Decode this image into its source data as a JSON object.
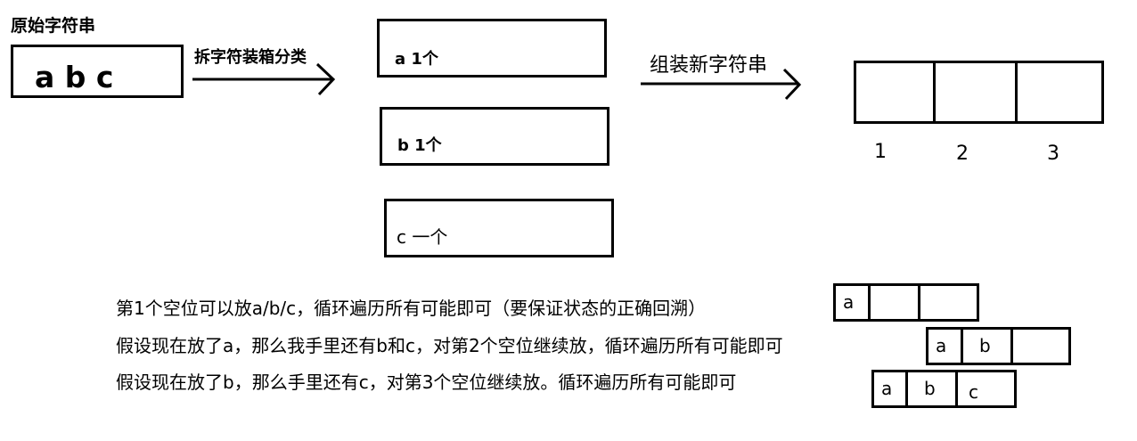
{
  "source_label": "原始字符串",
  "source_value": "a b c",
  "step1_label": "拆字符装箱分类",
  "bins": [
    {
      "label": "a 1个"
    },
    {
      "label": "b 1个"
    },
    {
      "label": "c 一个"
    }
  ],
  "step2_label": "组装新字符串",
  "slots": [
    "1",
    "2",
    "3"
  ],
  "explanations": [
    "第1个空位可以放a/b/c，循环遍历所有可能即可（要保证状态的正确回溯）",
    "假设现在放了a，那么我手里还有b和c，对第2个空位继续放，循环遍历所有可能即可",
    "假设现在放了b，那么手里还有c，对第3个空位继续放。循环遍历所有可能即可"
  ],
  "states": [
    [
      "a",
      "",
      ""
    ],
    [
      "a",
      "b",
      ""
    ],
    [
      "a",
      "b",
      "c"
    ]
  ]
}
